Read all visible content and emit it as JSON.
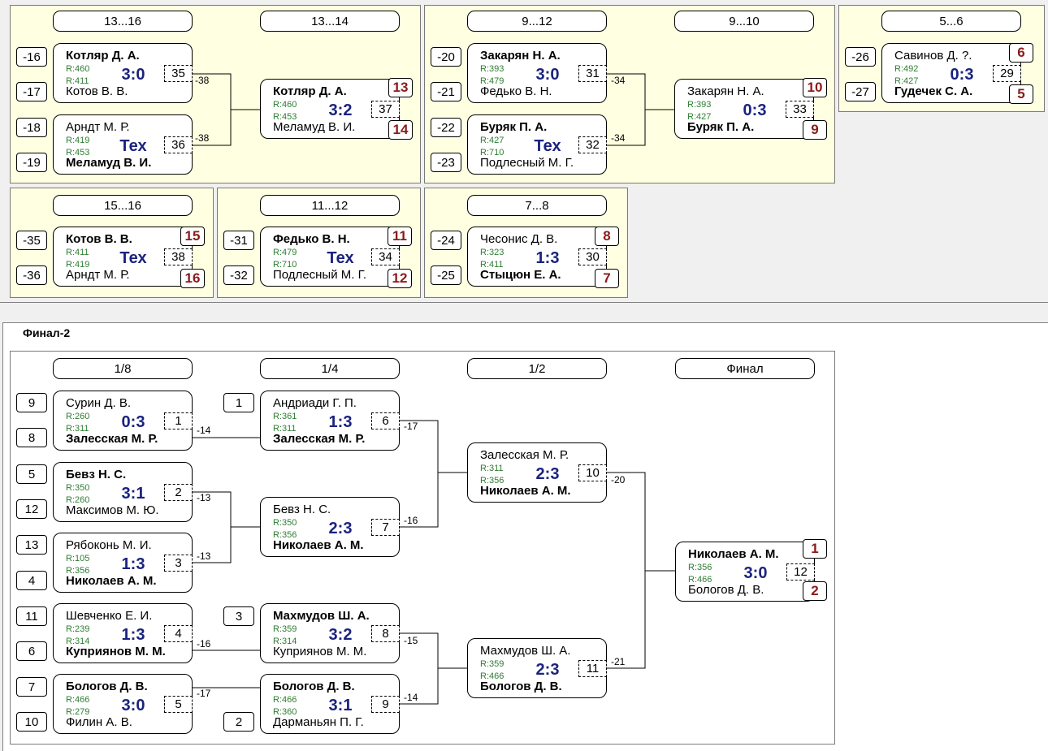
{
  "section": {
    "title": "Финал-2"
  },
  "top_strip": {
    "g1": {
      "h1": "13...16",
      "h2": "13...14",
      "m1": {
        "top": "Котляр Д. А.",
        "top_r": "R:460",
        "bot": "Котов В. В.",
        "bot_r": "R:411",
        "score": "3:0",
        "num": "35",
        "next": "-38",
        "s_top": "-16",
        "s_bot": "-17"
      },
      "m2": {
        "top": "Арндт М. Р.",
        "top_r": "R:419",
        "bot": "Меламуд В. И.",
        "bot_r": "R:453",
        "score": "Тех",
        "num": "36",
        "next": "-38",
        "s_top": "-18",
        "s_bot": "-19"
      },
      "m3": {
        "top": "Котляр Д. А.",
        "top_r": "R:460",
        "bot": "Меламуд В. И.",
        "bot_r": "R:453",
        "score": "3:2",
        "num": "37",
        "p_top": "13",
        "p_bot": "14"
      }
    },
    "g2": {
      "h1": "9...12",
      "h2": "9...10",
      "m1": {
        "top": "Закарян Н. А.",
        "top_r": "R:393",
        "bot": "Федько В. Н.",
        "bot_r": "R:479",
        "score": "3:0",
        "num": "31",
        "next": "-34",
        "s_top": "-20",
        "s_bot": "-21"
      },
      "m2": {
        "top": "Буряк П. А.",
        "top_r": "R:427",
        "bot": "Подлесный М. Г.",
        "bot_r": "R:710",
        "score": "Тех",
        "num": "32",
        "next": "-34",
        "s_top": "-22",
        "s_bot": "-23"
      },
      "m3": {
        "top": "Закарян Н. А.",
        "top_r": "R:393",
        "bot": "Буряк П. А.",
        "bot_r": "R:427",
        "score": "0:3",
        "num": "33",
        "p_top": "10",
        "p_bot": "9"
      }
    },
    "g3": {
      "h1": "5...6",
      "m1": {
        "top": "Савинов Д. ?.",
        "top_r": "R:492",
        "bot": "Гудечек С. А.",
        "bot_r": "R:427",
        "score": "0:3",
        "num": "29",
        "s_top": "-26",
        "s_bot": "-27",
        "p_top": "6",
        "p_bot": "5"
      }
    },
    "g4": {
      "h1": "15...16",
      "m1": {
        "top": "Котов В. В.",
        "top_r": "R:411",
        "bot": "Арндт М. Р.",
        "bot_r": "R:419",
        "score": "Тех",
        "num": "38",
        "s_top": "-35",
        "s_bot": "-36",
        "p_top": "15",
        "p_bot": "16"
      }
    },
    "g5": {
      "h1": "11...12",
      "m1": {
        "top": "Федько В. Н.",
        "top_r": "R:479",
        "bot": "Подлесный М. Г.",
        "bot_r": "R:710",
        "score": "Тех",
        "num": "34",
        "s_top": "-31",
        "s_bot": "-32",
        "p_top": "11",
        "p_bot": "12"
      }
    },
    "g6": {
      "h1": "7...8",
      "m1": {
        "top": "Чесонис Д. В.",
        "top_r": "R:323",
        "bot": "Стыцюн Е. А.",
        "bot_r": "R:411",
        "score": "1:3",
        "num": "30",
        "s_top": "-24",
        "s_bot": "-25",
        "p_top": "8",
        "p_bot": "7"
      }
    }
  },
  "final": {
    "headers": [
      "1/8",
      "1/4",
      "1/2",
      "Финал"
    ],
    "r1": [
      {
        "top": "Сурин Д. В.",
        "top_r": "R:260",
        "bot": "Залесская М. Р.",
        "bot_r": "R:311",
        "score": "0:3",
        "num": "1",
        "next": "-14",
        "s_top": "9",
        "s_bot": "8"
      },
      {
        "top": "Бевз Н. С.",
        "top_r": "R:350",
        "bot": "Максимов М. Ю.",
        "bot_r": "R:260",
        "score": "3:1",
        "num": "2",
        "next": "-13",
        "s_top": "5",
        "s_bot": "12"
      },
      {
        "top": "Рябоконь М. И.",
        "top_r": "R:105",
        "bot": "Николаев А. М.",
        "bot_r": "R:356",
        "score": "1:3",
        "num": "3",
        "next": "-13",
        "s_top": "13",
        "s_bot": "4"
      },
      {
        "top": "Шевченко Е. И.",
        "top_r": "R:239",
        "bot": "Куприянов М. М.",
        "bot_r": "R:314",
        "score": "1:3",
        "num": "4",
        "next": "-16",
        "s_top": "11",
        "s_bot": "6"
      },
      {
        "top": "Бологов Д. В.",
        "top_r": "R:466",
        "bot": "Филин А. В.",
        "bot_r": "R:279",
        "score": "3:0",
        "num": "5",
        "next": "-17",
        "s_top": "7",
        "s_bot": "10"
      }
    ],
    "r2": [
      {
        "top": "Андриади Г. П.",
        "top_r": "R:361",
        "bot": "Залесская М. Р.",
        "bot_r": "R:311",
        "score": "1:3",
        "num": "6",
        "next": "-17",
        "seed": "1"
      },
      {
        "top": "Бевз Н. С.",
        "top_r": "R:350",
        "bot": "Николаев А. М.",
        "bot_r": "R:356",
        "score": "2:3",
        "num": "7",
        "next": "-16"
      },
      {
        "top": "Махмудов Ш. А.",
        "top_r": "R:359",
        "bot": "Куприянов М. М.",
        "bot_r": "R:314",
        "score": "3:2",
        "num": "8",
        "next": "-15",
        "seed": "3"
      },
      {
        "top": "Бологов Д. В.",
        "top_r": "R:466",
        "bot": "Дарманьян П. Г.",
        "bot_r": "R:360",
        "score": "3:1",
        "num": "9",
        "next": "-14",
        "seed": "2"
      }
    ],
    "r3": [
      {
        "top": "Залесская М. Р.",
        "top_r": "R:311",
        "bot": "Николаев А. М.",
        "bot_r": "R:356",
        "score": "2:3",
        "num": "10",
        "next": "-20"
      },
      {
        "top": "Махмудов Ш. А.",
        "top_r": "R:359",
        "bot": "Бологов Д. В.",
        "bot_r": "R:466",
        "score": "2:3",
        "num": "11",
        "next": "-21"
      }
    ],
    "r4": {
      "top": "Николаев А. М.",
      "top_r": "R:356",
      "bot": "Бологов Д. В.",
      "bot_r": "R:466",
      "score": "3:0",
      "num": "12",
      "p_top": "1",
      "p_bot": "2"
    }
  }
}
